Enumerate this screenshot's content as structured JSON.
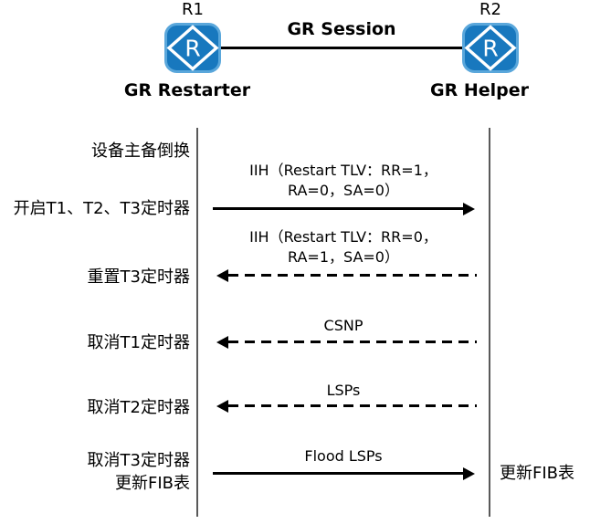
{
  "topology": {
    "r1_name": "R1",
    "r1_role": "GR Restarter",
    "r2_name": "R2",
    "r2_role": "GR Helper",
    "link_label": "GR Session",
    "router_icon_letter": "R"
  },
  "sequence": {
    "left_events": [
      {
        "label": "设备主备倒换"
      },
      {
        "label": "开启T1、T2、T3定时器"
      },
      {
        "label": "重置T3定时器"
      },
      {
        "label": "取消T1定时器"
      },
      {
        "label": "取消T2定时器"
      },
      {
        "label_line1": "取消T3定时器",
        "label_line2": "更新FIB表"
      }
    ],
    "right_event": {
      "label": "更新FIB表"
    },
    "messages": [
      {
        "line1": "IIH（Restart TLV：RR=1，",
        "line2": "RA=0，SA=0）",
        "direction": "right",
        "style": "solid"
      },
      {
        "line1": "IIH（Restart TLV：RR=0，",
        "line2": "RA=1，SA=0）",
        "direction": "left",
        "style": "dashed"
      },
      {
        "line1": "CSNP",
        "direction": "left",
        "style": "dashed"
      },
      {
        "line1": "LSPs",
        "direction": "left",
        "style": "dashed"
      },
      {
        "line1": "Flood LSPs",
        "direction": "right",
        "style": "solid"
      }
    ]
  },
  "colors": {
    "router_fill": "#1878BE",
    "router_border": "#5AA7DB",
    "lifeline": "#595959",
    "line": "#000000",
    "text": "#000000"
  }
}
